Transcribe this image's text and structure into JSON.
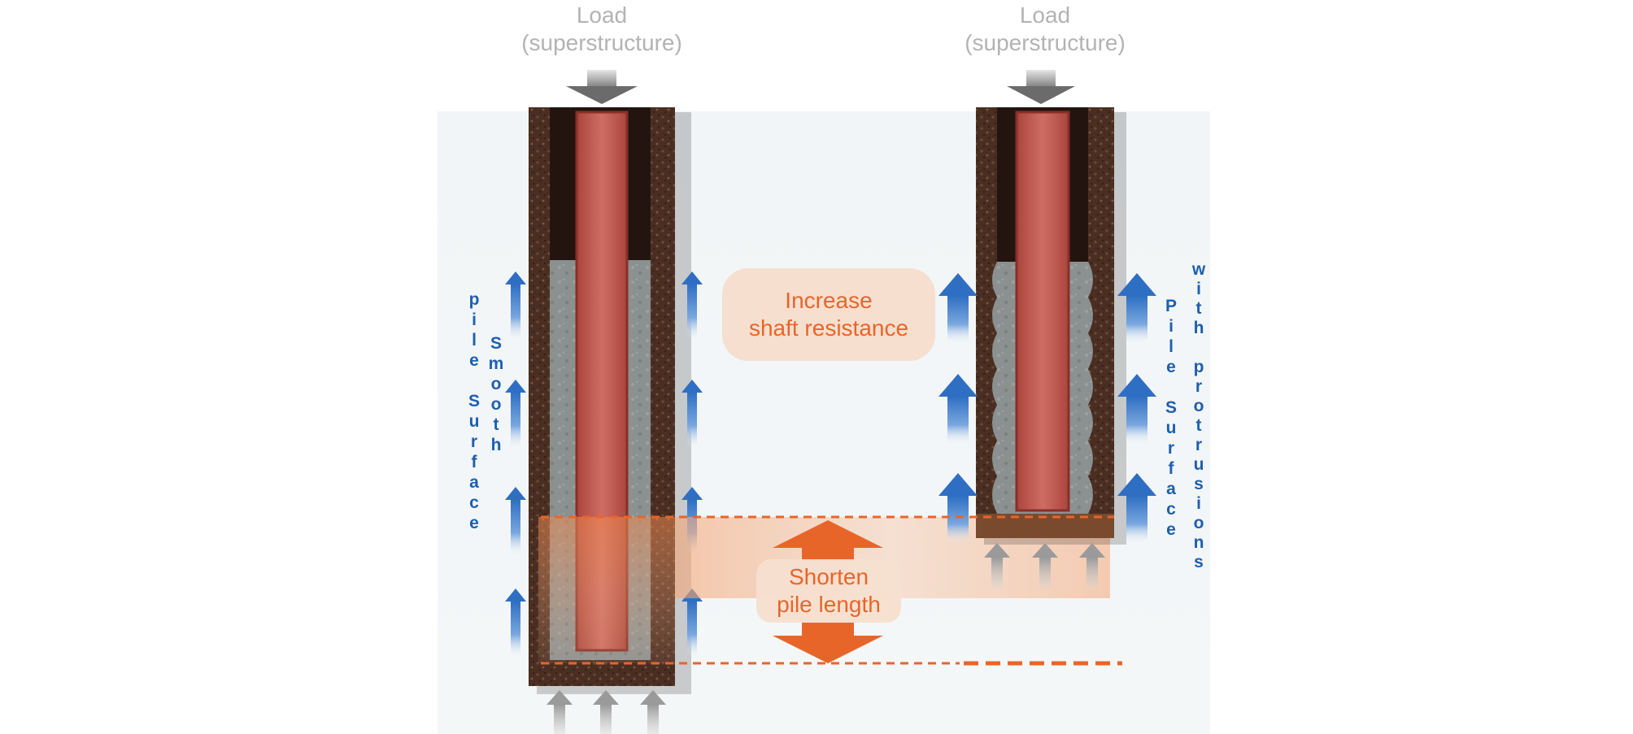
{
  "left_pile": {
    "load_line1": "Load",
    "load_line2": "(superstructure)",
    "surface_word1": "Smooth",
    "surface_word2": "pile Surface"
  },
  "right_pile": {
    "load_line1": "Load",
    "load_line2": "(superstructure)",
    "surface_word1": "with protrusions",
    "surface_word2": "Pile Surface"
  },
  "callouts": {
    "shaft_line1": "Increase",
    "shaft_line2": "shaft resistance",
    "length_line1": "Shorten",
    "length_line2": "pile length"
  },
  "colors": {
    "orange": "#e8652a",
    "blue_arrow": "#2f6fc3",
    "label_blue": "#1e5fae",
    "soil_brown": "#4a2e22",
    "concrete_grey": "#8a8f8f",
    "pile_red": "#c85a50",
    "load_grey": "#b3b3b3"
  }
}
